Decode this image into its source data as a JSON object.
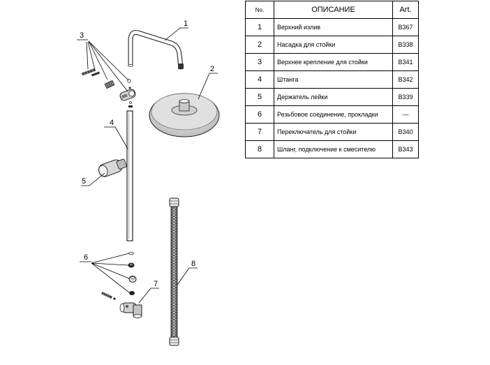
{
  "table": {
    "headers": {
      "no": "No.",
      "description": "ОПИСАНИЕ",
      "art": "Art."
    },
    "rows": [
      {
        "no": "1",
        "description": "Верхний излив",
        "art": "B367"
      },
      {
        "no": "2",
        "description": "Насадка для стойки",
        "art": "B338"
      },
      {
        "no": "3",
        "description": "Верхнее крепление для стойки",
        "art": "B341"
      },
      {
        "no": "4",
        "description": "Штанга",
        "art": "B342"
      },
      {
        "no": "5",
        "description": "Держатель лейки",
        "art": "B339"
      },
      {
        "no": "6",
        "description": "Резьбовое соединение, прокладки",
        "art": "—"
      },
      {
        "no": "7",
        "description": "Переключатель для стойки",
        "art": "B340"
      },
      {
        "no": "8",
        "description": "Шланг, подключение к смесителю",
        "art": "B343"
      }
    ]
  },
  "callouts": [
    "1",
    "2",
    "3",
    "4",
    "5",
    "6",
    "7",
    "8"
  ]
}
